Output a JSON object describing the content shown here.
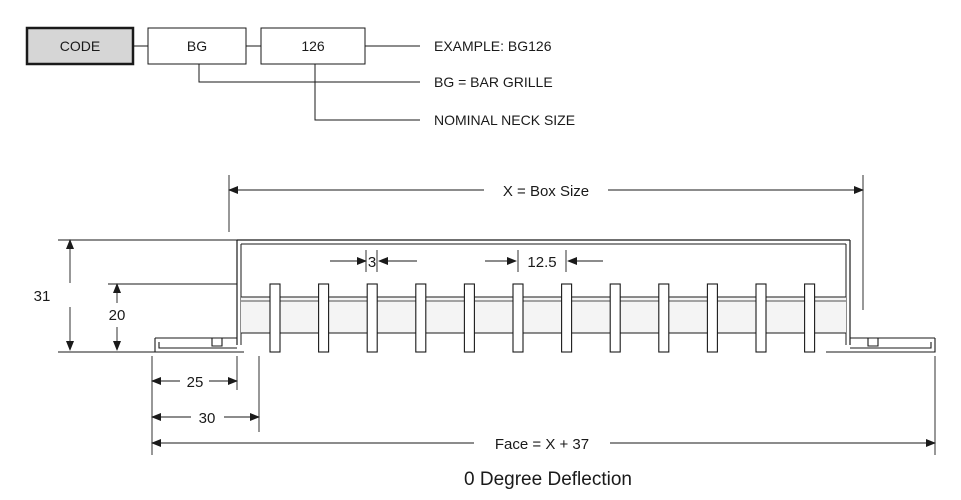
{
  "code_chart": {
    "code_label": "CODE",
    "prefix": "BG",
    "size": "126",
    "example": "EXAMPLE: BG126",
    "prefix_meaning": "BG = BAR GRILLE",
    "size_meaning": "NOMINAL NECK SIZE"
  },
  "drawing": {
    "box_size": "X = Box Size",
    "face_size": "Face = X + 37",
    "bar_width": "3",
    "bar_pitch": "12.5",
    "height_total": "31",
    "height_inner": "20",
    "flange_25": "25",
    "flange_30": "30",
    "caption": "0 Degree Deflection"
  }
}
